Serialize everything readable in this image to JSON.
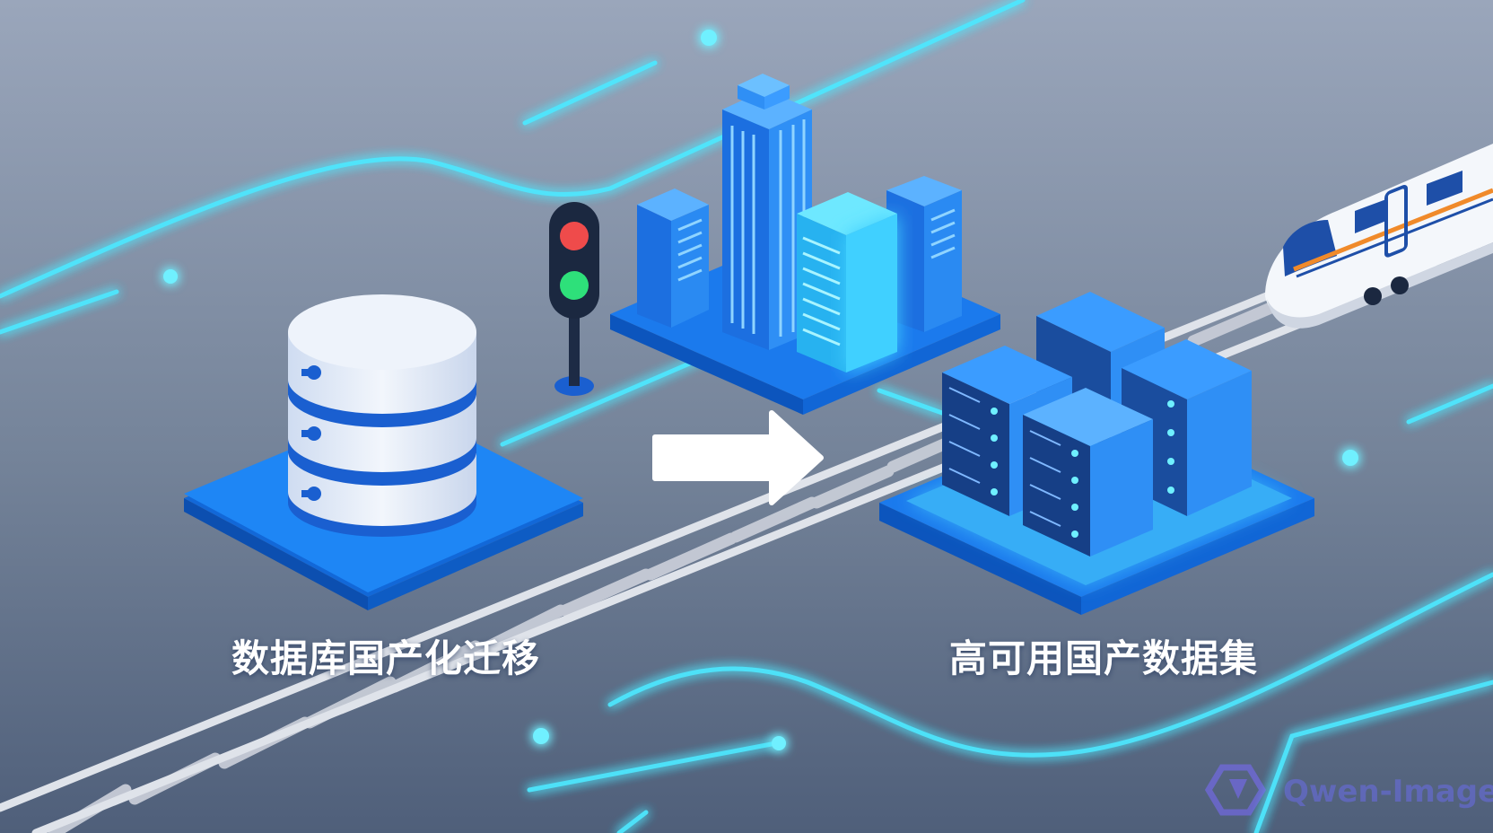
{
  "labels": {
    "source": "数据库国产化迁移",
    "target": "高可用国产数据集"
  },
  "watermark": {
    "text": "Qwen-Image"
  },
  "colors": {
    "background_top": "#9aa6bb",
    "background_bottom": "#4f5f7a",
    "glow": "#4de8ff",
    "platform_blue": "#1e7af0",
    "building_blue": "#2a8af2",
    "server_dark": "#1a4d9e",
    "server_light": "#2f8ff5",
    "db_white": "#e8f0fb",
    "db_band": "#1a5fd0",
    "arrow": "#ffffff",
    "signal_red": "#ef4b4b",
    "signal_green": "#2ee07a",
    "train_body": "#f4f7fb",
    "train_stripe": "#f08a2a",
    "train_window": "#1e4fa8",
    "rail": "#c7ccd7"
  },
  "icons": [
    "database-icon",
    "traffic-light-icon",
    "city-buildings-icon",
    "server-rack-icon",
    "high-speed-train-icon",
    "arrow-right-icon",
    "qwen-logo-icon"
  ]
}
